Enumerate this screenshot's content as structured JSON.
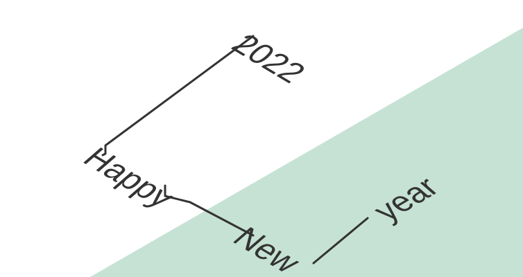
{
  "artwork": {
    "greeting": {
      "year": "2022",
      "word1": "Happy",
      "word2": "New",
      "word3": "year"
    },
    "colors": {
      "background": "#ffffff",
      "accent_band": "#c6e2d5",
      "ink": "#333333"
    }
  }
}
